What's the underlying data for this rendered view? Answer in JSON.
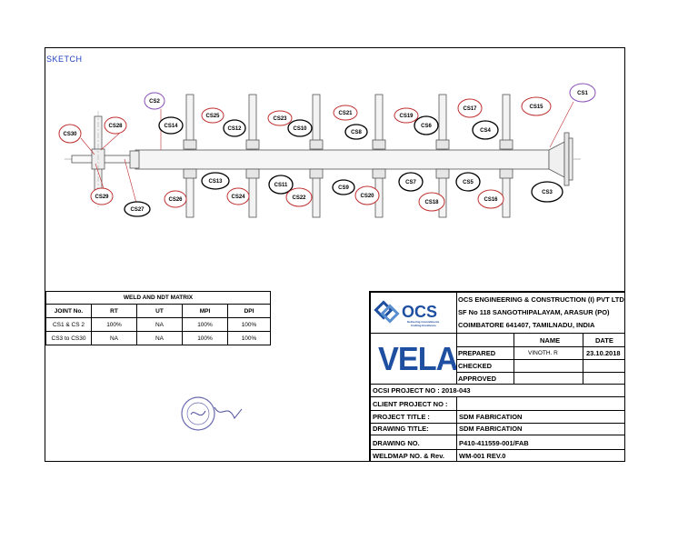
{
  "sketch_label": "SKETCH",
  "callouts": [
    {
      "id": "CS1",
      "color": "#8a4fb8"
    },
    {
      "id": "CS2",
      "color": "#8a4fb8"
    },
    {
      "id": "CS3",
      "color": "#000000"
    },
    {
      "id": "CS4",
      "color": "#000000"
    },
    {
      "id": "CS5",
      "color": "#000000"
    },
    {
      "id": "CS6",
      "color": "#000000"
    },
    {
      "id": "CS7",
      "color": "#000000"
    },
    {
      "id": "CS8",
      "color": "#000000"
    },
    {
      "id": "CS9",
      "color": "#000000"
    },
    {
      "id": "CS10",
      "color": "#000000"
    },
    {
      "id": "CS11",
      "color": "#000000"
    },
    {
      "id": "CS12",
      "color": "#000000"
    },
    {
      "id": "CS13",
      "color": "#000000"
    },
    {
      "id": "CS14",
      "color": "#000000"
    },
    {
      "id": "CS15",
      "color": "#c03030"
    },
    {
      "id": "CS16",
      "color": "#c03030"
    },
    {
      "id": "CS17",
      "color": "#c03030"
    },
    {
      "id": "CS18",
      "color": "#c03030"
    },
    {
      "id": "CS19",
      "color": "#c03030"
    },
    {
      "id": "CS20",
      "color": "#c03030"
    },
    {
      "id": "CS21",
      "color": "#c03030"
    },
    {
      "id": "CS22",
      "color": "#c03030"
    },
    {
      "id": "CS23",
      "color": "#c03030"
    },
    {
      "id": "CS24",
      "color": "#c03030"
    },
    {
      "id": "CS25",
      "color": "#c03030"
    },
    {
      "id": "CS26",
      "color": "#c03030"
    },
    {
      "id": "CS27",
      "color": "#000000"
    },
    {
      "id": "CS28",
      "color": "#c03030"
    },
    {
      "id": "CS29",
      "color": "#c03030"
    },
    {
      "id": "CS30",
      "color": "#c03030"
    }
  ],
  "matrix": {
    "title": "WELD AND NDT MATRIX",
    "headers": [
      "JOINT No.",
      "RT",
      "UT",
      "MPI",
      "DPI"
    ],
    "rows": [
      [
        "CS1 & CS 2",
        "100%",
        "NA",
        "100%",
        "100%"
      ],
      [
        "CS3 to CS30",
        "NA",
        "NA",
        "100%",
        "100%"
      ]
    ]
  },
  "company": {
    "logo_text": "OCS",
    "logo_tagline_1": "Delivering Commitments",
    "logo_tagline_2": "Crafting Excellence",
    "name": "OCS ENGINEERING & CONSTRUCTION (I) PVT LTD",
    "address_1": "SF No 118 SANGOTHIPALAYAM, ARASUR (PO)",
    "address_2": "COIMBATORE 641407, TAMILNADU, INDIA",
    "client_logo": "VELAN",
    "brand_blue": "#1e4fa0"
  },
  "signoff": {
    "name_header": "NAME",
    "date_header": "DATE",
    "prepared_label": "PREPARED",
    "prepared_name": "VINOTH. R",
    "prepared_date": "23.10.2018",
    "checked_label": "CHECKED",
    "approved_label": "APPROVED"
  },
  "info": {
    "ocsi_project": "OCSI PROJECT  NO : 2018-043",
    "client_project": "CLIENT PROJECT NO :",
    "project_title_label": "PROJECT TITLE :",
    "project_title": "SDM FABRICATION",
    "drawing_title_label": "DRAWING TITLE:",
    "drawing_title": "SDM FABRICATION",
    "drawing_no_label": "DRAWING NO.",
    "drawing_no": "P410-411559-001/FAB",
    "weldmap_label": "WELDMAP NO. & Rev.",
    "weldmap": "WM-001 REV.0"
  }
}
